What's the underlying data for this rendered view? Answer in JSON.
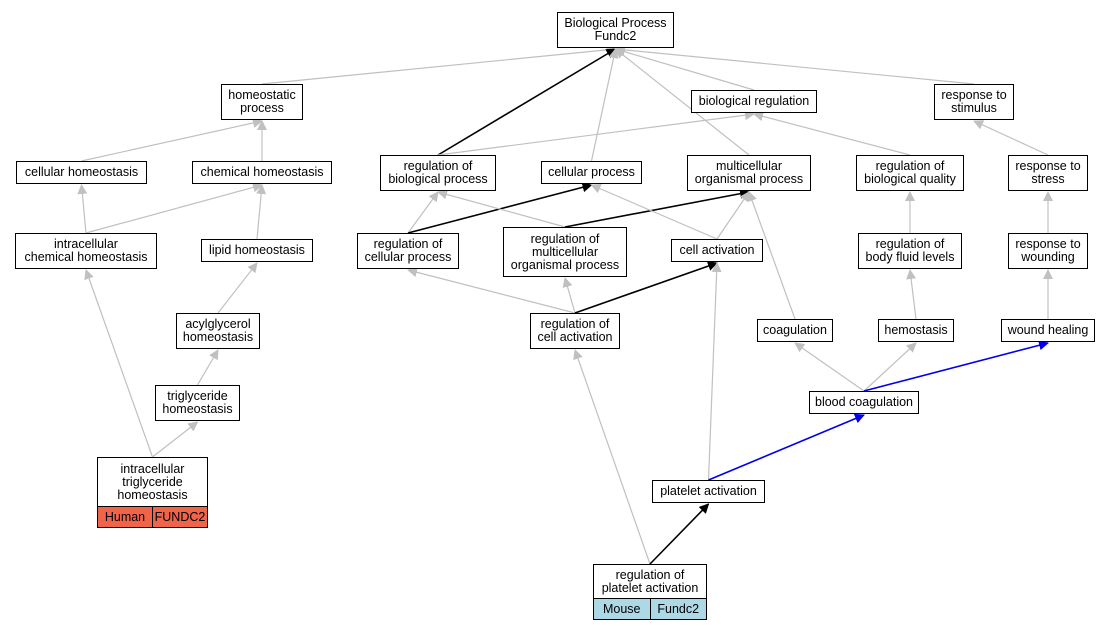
{
  "colors": {
    "gray_edge": "#c0c0c0",
    "black_edge": "#000000",
    "blue_edge": "#0000ee",
    "human": "#f0644a",
    "mouse": "#add8e6"
  },
  "nodes": {
    "bp": {
      "label": "Biological Process\nFundc2"
    },
    "homeo": {
      "label": "homeostatic\nprocess"
    },
    "bioreg": {
      "label": "biological regulation"
    },
    "resp_stim": {
      "label": "response to\nstimulus"
    },
    "cell_homeo": {
      "label": "cellular homeostasis"
    },
    "chem_homeo": {
      "label": "chemical homeostasis"
    },
    "reg_bp": {
      "label": "regulation of\nbiological process"
    },
    "cell_proc": {
      "label": "cellular process"
    },
    "multi": {
      "label": "multicellular\norganismal process"
    },
    "reg_qual": {
      "label": "regulation of\nbiological quality"
    },
    "resp_stress": {
      "label": "response to\nstress"
    },
    "ichem": {
      "label": "intracellular\nchemical homeostasis"
    },
    "lipid": {
      "label": "lipid homeostasis"
    },
    "reg_cp": {
      "label": "regulation of\ncellular process"
    },
    "reg_multi": {
      "label": "regulation of\nmulticellular\norganismal process"
    },
    "cell_act": {
      "label": "cell activation"
    },
    "reg_fluid": {
      "label": "regulation of\nbody fluid levels"
    },
    "resp_wound": {
      "label": "response to\nwounding"
    },
    "acyl": {
      "label": "acylglycerol\nhomeostasis"
    },
    "reg_ca": {
      "label": "regulation of\ncell activation"
    },
    "coag": {
      "label": "coagulation"
    },
    "hemo": {
      "label": "hemostasis"
    },
    "wound": {
      "label": "wound healing"
    },
    "trig": {
      "label": "triglyceride\nhomeostasis"
    },
    "blood": {
      "label": "blood coagulation"
    },
    "itrig": {
      "label": "intracellular\ntriglyceride\nhomeostasis",
      "species": "Human",
      "gene": "FUNDC2"
    },
    "plat": {
      "label": "platelet activation"
    },
    "reg_plat": {
      "label": "regulation of\nplatelet activation",
      "species": "Mouse",
      "gene": "Fundc2"
    }
  },
  "edges": [
    {
      "from": "homeo",
      "to": "bp",
      "color": "gray"
    },
    {
      "from": "reg_bp",
      "to": "bp",
      "color": "black"
    },
    {
      "from": "cell_proc",
      "to": "bp",
      "color": "gray"
    },
    {
      "from": "multi",
      "to": "bp",
      "color": "gray"
    },
    {
      "from": "bioreg",
      "to": "bp",
      "color": "gray"
    },
    {
      "from": "resp_stim",
      "to": "bp",
      "color": "gray"
    },
    {
      "from": "cell_homeo",
      "to": "homeo",
      "color": "gray"
    },
    {
      "from": "chem_homeo",
      "to": "homeo",
      "color": "gray"
    },
    {
      "from": "reg_bp",
      "to": "bioreg",
      "color": "gray"
    },
    {
      "from": "reg_qual",
      "to": "bioreg",
      "color": "gray"
    },
    {
      "from": "resp_stress",
      "to": "resp_stim",
      "color": "gray"
    },
    {
      "from": "ichem",
      "to": "cell_homeo",
      "color": "gray"
    },
    {
      "from": "ichem",
      "to": "chem_homeo",
      "color": "gray"
    },
    {
      "from": "lipid",
      "to": "chem_homeo",
      "color": "gray"
    },
    {
      "from": "reg_cp",
      "to": "reg_bp",
      "color": "gray"
    },
    {
      "from": "reg_cp",
      "to": "cell_proc",
      "color": "black"
    },
    {
      "from": "reg_multi",
      "to": "reg_bp",
      "color": "gray"
    },
    {
      "from": "reg_multi",
      "to": "multi",
      "color": "black"
    },
    {
      "from": "cell_act",
      "to": "cell_proc",
      "color": "gray"
    },
    {
      "from": "cell_act",
      "to": "multi",
      "color": "gray"
    },
    {
      "from": "coag",
      "to": "multi",
      "color": "gray"
    },
    {
      "from": "reg_fluid",
      "to": "reg_qual",
      "color": "gray"
    },
    {
      "from": "resp_wound",
      "to": "resp_stress",
      "color": "gray"
    },
    {
      "from": "acyl",
      "to": "lipid",
      "color": "gray"
    },
    {
      "from": "reg_ca",
      "to": "reg_cp",
      "color": "gray"
    },
    {
      "from": "reg_ca",
      "to": "reg_multi",
      "color": "gray"
    },
    {
      "from": "reg_ca",
      "to": "cell_act",
      "color": "black"
    },
    {
      "from": "hemo",
      "to": "reg_fluid",
      "color": "gray"
    },
    {
      "from": "wound",
      "to": "resp_wound",
      "color": "gray"
    },
    {
      "from": "trig",
      "to": "acyl",
      "color": "gray"
    },
    {
      "from": "blood",
      "to": "coag",
      "color": "gray"
    },
    {
      "from": "blood",
      "to": "hemo",
      "color": "gray"
    },
    {
      "from": "blood",
      "to": "wound",
      "color": "blue"
    },
    {
      "from": "itrig",
      "to": "ichem",
      "color": "gray"
    },
    {
      "from": "itrig",
      "to": "trig",
      "color": "gray"
    },
    {
      "from": "plat",
      "to": "cell_act",
      "color": "gray"
    },
    {
      "from": "plat",
      "to": "blood",
      "color": "blue"
    },
    {
      "from": "reg_plat",
      "to": "reg_ca",
      "color": "gray"
    },
    {
      "from": "reg_plat",
      "to": "plat",
      "color": "black"
    }
  ]
}
